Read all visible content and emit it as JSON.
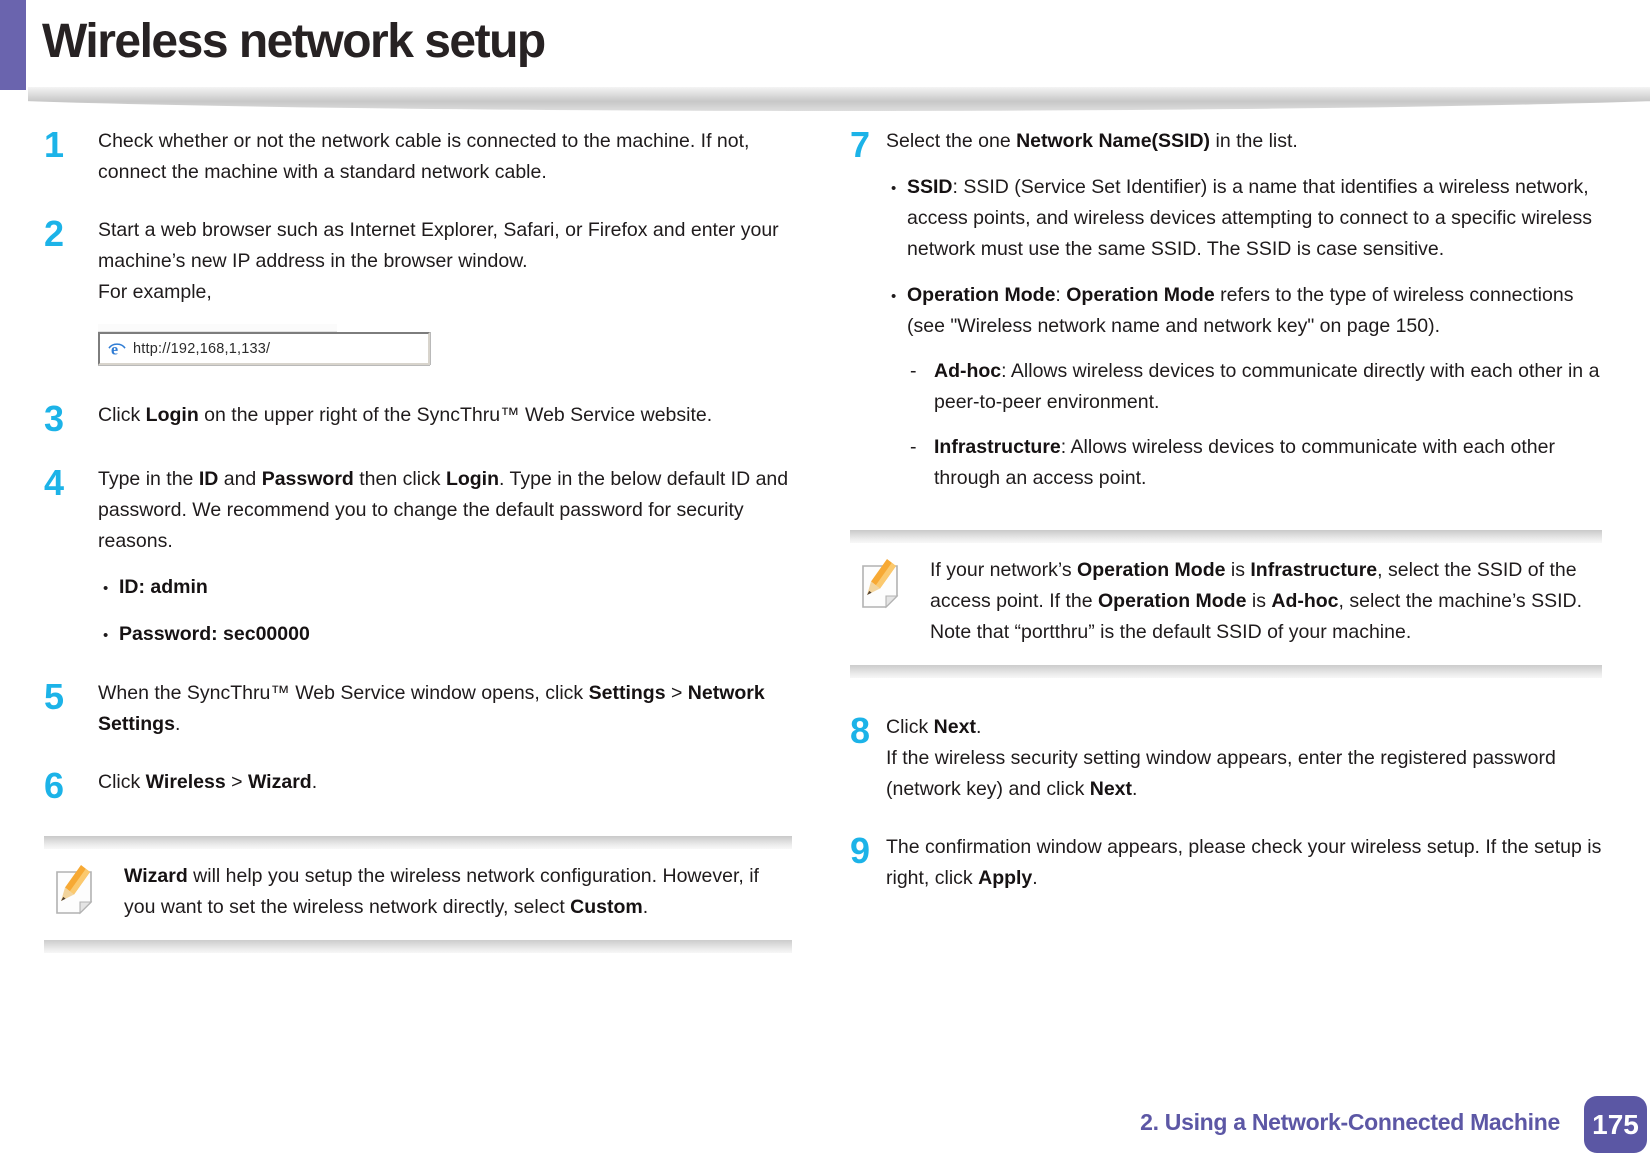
{
  "page": {
    "title": "Wireless network setup",
    "colors": {
      "step_number_cyan": "#1CB3E8",
      "accent_bar_purple": "#6A64AE",
      "footer_purple": "#5B57A4",
      "body_text": "#1F1B1C"
    }
  },
  "address_bar": {
    "url": "http://192,168,1,133/",
    "icon": "ie-browser-icon"
  },
  "left_column": {
    "steps": [
      {
        "num": "1",
        "segments": [
          {
            "t": "Check whether or not the network cable is connected to the machine. If not, connect the machine with a standard network cable."
          }
        ]
      },
      {
        "num": "2",
        "segments": [
          {
            "t": "Start a web browser such as Internet Explorer, Safari, or Firefox and enter your machine’s new IP address in the browser window."
          }
        ],
        "example_label": "For example,"
      },
      {
        "num": "3",
        "segments": [
          {
            "t": "Click "
          },
          {
            "t": "Login",
            "b": true
          },
          {
            "t": " on the upper right of the SyncThru™ Web Service website."
          }
        ]
      },
      {
        "num": "4",
        "segments": [
          {
            "t": "Type in the "
          },
          {
            "t": "ID",
            "b": true
          },
          {
            "t": " and "
          },
          {
            "t": "Password",
            "b": true
          },
          {
            "t": " then click "
          },
          {
            "t": "Login",
            "b": true
          },
          {
            "t": ". Type in the below default ID and password. We recommend you to change the default password for security reasons."
          }
        ],
        "bullets": [
          {
            "segments": [
              {
                "t": "ID: admin",
                "b": true
              }
            ]
          },
          {
            "segments": [
              {
                "t": "Password: sec00000",
                "b": true
              }
            ]
          }
        ]
      },
      {
        "num": "5",
        "segments": [
          {
            "t": "When the SyncThru™ Web Service window opens, click "
          },
          {
            "t": "Settings",
            "b": true
          },
          {
            "t": " > "
          },
          {
            "t": "Network Settings",
            "b": true
          },
          {
            "t": "."
          }
        ]
      },
      {
        "num": "6",
        "segments": [
          {
            "t": "Click "
          },
          {
            "t": "Wireless",
            "b": true
          },
          {
            "t": " > "
          },
          {
            "t": "Wizard",
            "b": true
          },
          {
            "t": "."
          }
        ]
      }
    ],
    "note": {
      "segments": [
        {
          "t": "Wizard",
          "b": true
        },
        {
          "t": " will help you setup the wireless network configuration. However, if you want to set the wireless network directly, select "
        },
        {
          "t": "Custom",
          "b": true
        },
        {
          "t": "."
        }
      ]
    }
  },
  "right_column": {
    "step7": {
      "num": "7",
      "segments": [
        {
          "t": "Select the one "
        },
        {
          "t": "Network Name(SSID)",
          "b": true
        },
        {
          "t": " in the list."
        }
      ],
      "bullets": [
        {
          "segments": [
            {
              "t": "SSID",
              "b": true
            },
            {
              "t": ": SSID (Service Set Identifier) is a name that identifies a wireless network, access points, and wireless devices attempting to connect to a specific wireless network must use the same SSID. The SSID is case sensitive."
            }
          ]
        },
        {
          "segments": [
            {
              "t": "Operation Mode",
              "b": true
            },
            {
              "t": ": "
            },
            {
              "t": "Operation Mode",
              "b": true
            },
            {
              "t": " refers to the type of wireless connections (see \"Wireless network name and network key\" on page 150)."
            }
          ],
          "dashes": [
            {
              "segments": [
                {
                  "t": "Ad-hoc",
                  "b": true
                },
                {
                  "t": ": Allows wireless devices to communicate directly with each other in a peer-to-peer environment."
                }
              ]
            },
            {
              "segments": [
                {
                  "t": "Infrastructure",
                  "b": true
                },
                {
                  "t": ": Allows wireless devices to communicate with each other through an access point."
                }
              ]
            }
          ]
        }
      ]
    },
    "note": {
      "segments": [
        {
          "t": "If your network’s "
        },
        {
          "t": "Operation Mode",
          "b": true
        },
        {
          "t": " is "
        },
        {
          "t": "Infrastructure",
          "b": true
        },
        {
          "t": ", select the SSID of the access point. If the "
        },
        {
          "t": "Operation Mode",
          "b": true
        },
        {
          "t": " is "
        },
        {
          "t": "Ad-hoc",
          "b": true
        },
        {
          "t": ", select the machine’s SSID. Note that “portthru” is the default SSID of your machine."
        }
      ]
    },
    "step8": {
      "num": "8",
      "segments": [
        {
          "t": "Click "
        },
        {
          "t": "Next",
          "b": true
        },
        {
          "t": "."
        }
      ],
      "para": [
        {
          "t": "If the wireless security setting window appears, enter the registered password (network key) and click "
        },
        {
          "t": "Next",
          "b": true
        },
        {
          "t": "."
        }
      ]
    },
    "step9": {
      "num": "9",
      "segments": [
        {
          "t": "The confirmation window appears, please check your wireless setup. If the setup is right, click "
        },
        {
          "t": "Apply",
          "b": true
        },
        {
          "t": "."
        }
      ]
    }
  },
  "footer": {
    "section_label": "2.  Using a Network-Connected Machine",
    "page_number": "175"
  }
}
